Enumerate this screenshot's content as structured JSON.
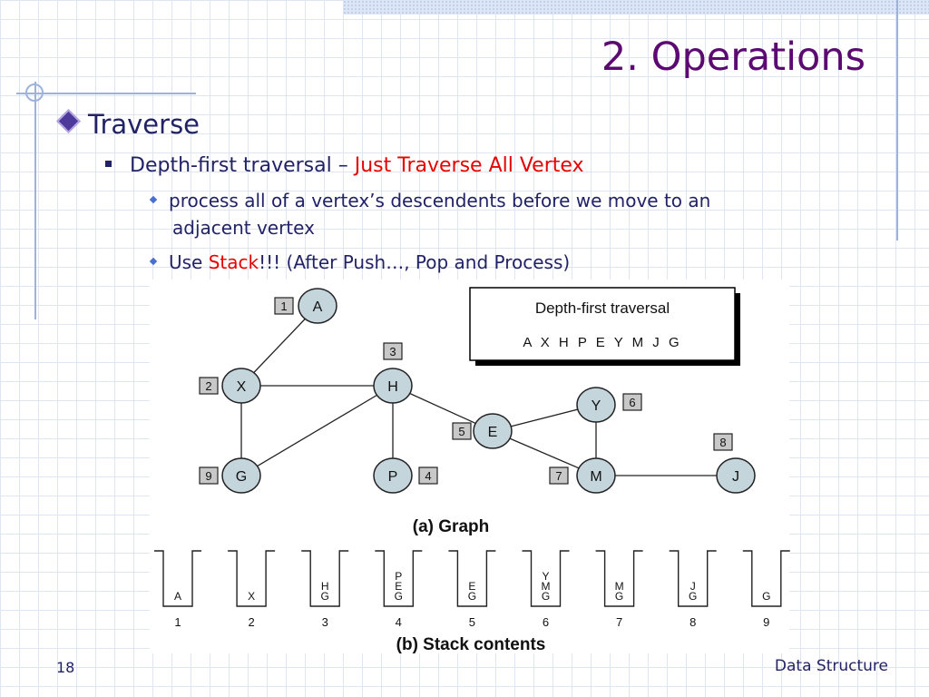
{
  "slide": {
    "title": "2. Operations",
    "bullet1": "Traverse",
    "bullet2_prefix": "Depth-first traversal – ",
    "bullet2_highlight": "Just Traverse All Vertex",
    "sub1_line1": "process all of a vertex’s descendents before we move to an",
    "sub1_line2": "adjacent vertex",
    "sub2_prefix": "Use ",
    "sub2_highlight": "Stack",
    "sub2_suffix": "!!! (After Push…, Pop and Process)",
    "page_number": "18",
    "footer": "Data Structure"
  },
  "diagram": {
    "result_box": {
      "title": "Depth-first traversal",
      "sequence": "A X H P E Y M J G"
    },
    "nodes": [
      {
        "id": "A",
        "order": "1"
      },
      {
        "id": "X",
        "order": "2"
      },
      {
        "id": "H",
        "order": "3"
      },
      {
        "id": "P",
        "order": "4"
      },
      {
        "id": "E",
        "order": "5"
      },
      {
        "id": "Y",
        "order": "6"
      },
      {
        "id": "M",
        "order": "7"
      },
      {
        "id": "J",
        "order": "8"
      },
      {
        "id": "G",
        "order": "9"
      }
    ],
    "edges": [
      [
        "A",
        "X"
      ],
      [
        "X",
        "H"
      ],
      [
        "X",
        "G"
      ],
      [
        "G",
        "H"
      ],
      [
        "H",
        "P"
      ],
      [
        "H",
        "E"
      ],
      [
        "E",
        "Y"
      ],
      [
        "E",
        "M"
      ],
      [
        "Y",
        "M"
      ],
      [
        "M",
        "J"
      ]
    ],
    "graph_caption": "(a) Graph",
    "stacks": [
      {
        "label": "1",
        "items": [
          "A"
        ]
      },
      {
        "label": "2",
        "items": [
          "X"
        ]
      },
      {
        "label": "3",
        "items": [
          "H",
          "G"
        ]
      },
      {
        "label": "4",
        "items": [
          "P",
          "E",
          "G"
        ]
      },
      {
        "label": "5",
        "items": [
          "E",
          "G"
        ]
      },
      {
        "label": "6",
        "items": [
          "Y",
          "M",
          "G"
        ]
      },
      {
        "label": "7",
        "items": [
          "M",
          "G"
        ]
      },
      {
        "label": "8",
        "items": [
          "J",
          "G"
        ]
      },
      {
        "label": "9",
        "items": [
          "G"
        ]
      }
    ],
    "stack_caption": "(b) Stack contents"
  },
  "colors": {
    "title": "#5c0a72",
    "text": "#222266",
    "highlight": "#e60000",
    "node_fill": "#c5d5dc"
  }
}
